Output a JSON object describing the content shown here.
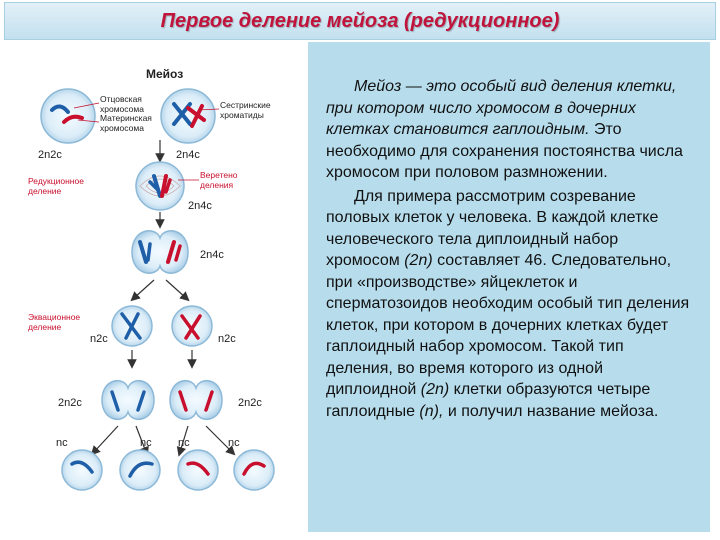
{
  "title": "Первое деление мейоза (редукционное)",
  "diagram": {
    "heading": "Мейоз",
    "labels": {
      "paternal": [
        "Отцовская",
        "хромосома"
      ],
      "maternal": [
        "Материнская",
        "хромосома"
      ],
      "sister": [
        "Сестринские",
        "хроматиды"
      ],
      "spindle": [
        "Веретено",
        "деления"
      ],
      "reductional": [
        "Редукционное",
        "деление"
      ],
      "equational": [
        "Эквационное",
        "деление"
      ]
    },
    "formulas": {
      "f_2n2c_top": "2n2c",
      "f_2n4c_top": "2n4c",
      "f_2n4c_spindle": "2n4c",
      "f_2n4c_split": "2n4c",
      "f_n2c_left": "n2c",
      "f_n2c_right": "n2c",
      "f_2n2c_left": "2n2c",
      "f_2n2c_right": "2n2c",
      "f_nc_1": "nc",
      "f_nc_2": "nc",
      "f_nc_3": "nc",
      "f_nc_4": "nc"
    }
  },
  "text": {
    "p1_definition": "Мейоз — это особый вид деления клетки, при котором число хромосом в дочерних клетках становится гаплоидным.",
    "p1_rest": " Это необходимо для сохранения постоянства числа хромосом при половом размножении.",
    "p2_a": "Для примера рассмотрим созревание половых клеток у человека. В каждой клетке человеческого тела диплоидный набор хромосом ",
    "p2_2n_a": "(2n)",
    "p2_b": " составляет 46. Следовательно, при «производстве» яйцеклеток и сперматозоидов необходим особый тип деления клеток, при котором в дочерних клетках будет гаплоидный набор хромосом. Такой тип деления, во время которого из одной диплоидной ",
    "p2_2n_b": "(2n)",
    "p2_c": " клетки образуются четыре гаплоидные ",
    "p2_n": "(n),",
    "p2_d": " и получил название мейоза."
  },
  "colors": {
    "title": "#c0143c",
    "paternal_chromosome": "#1f5fa8",
    "maternal_chromosome": "#c8102e",
    "text_box": "#b7dded",
    "cell_fill": "#dcedf8"
  }
}
